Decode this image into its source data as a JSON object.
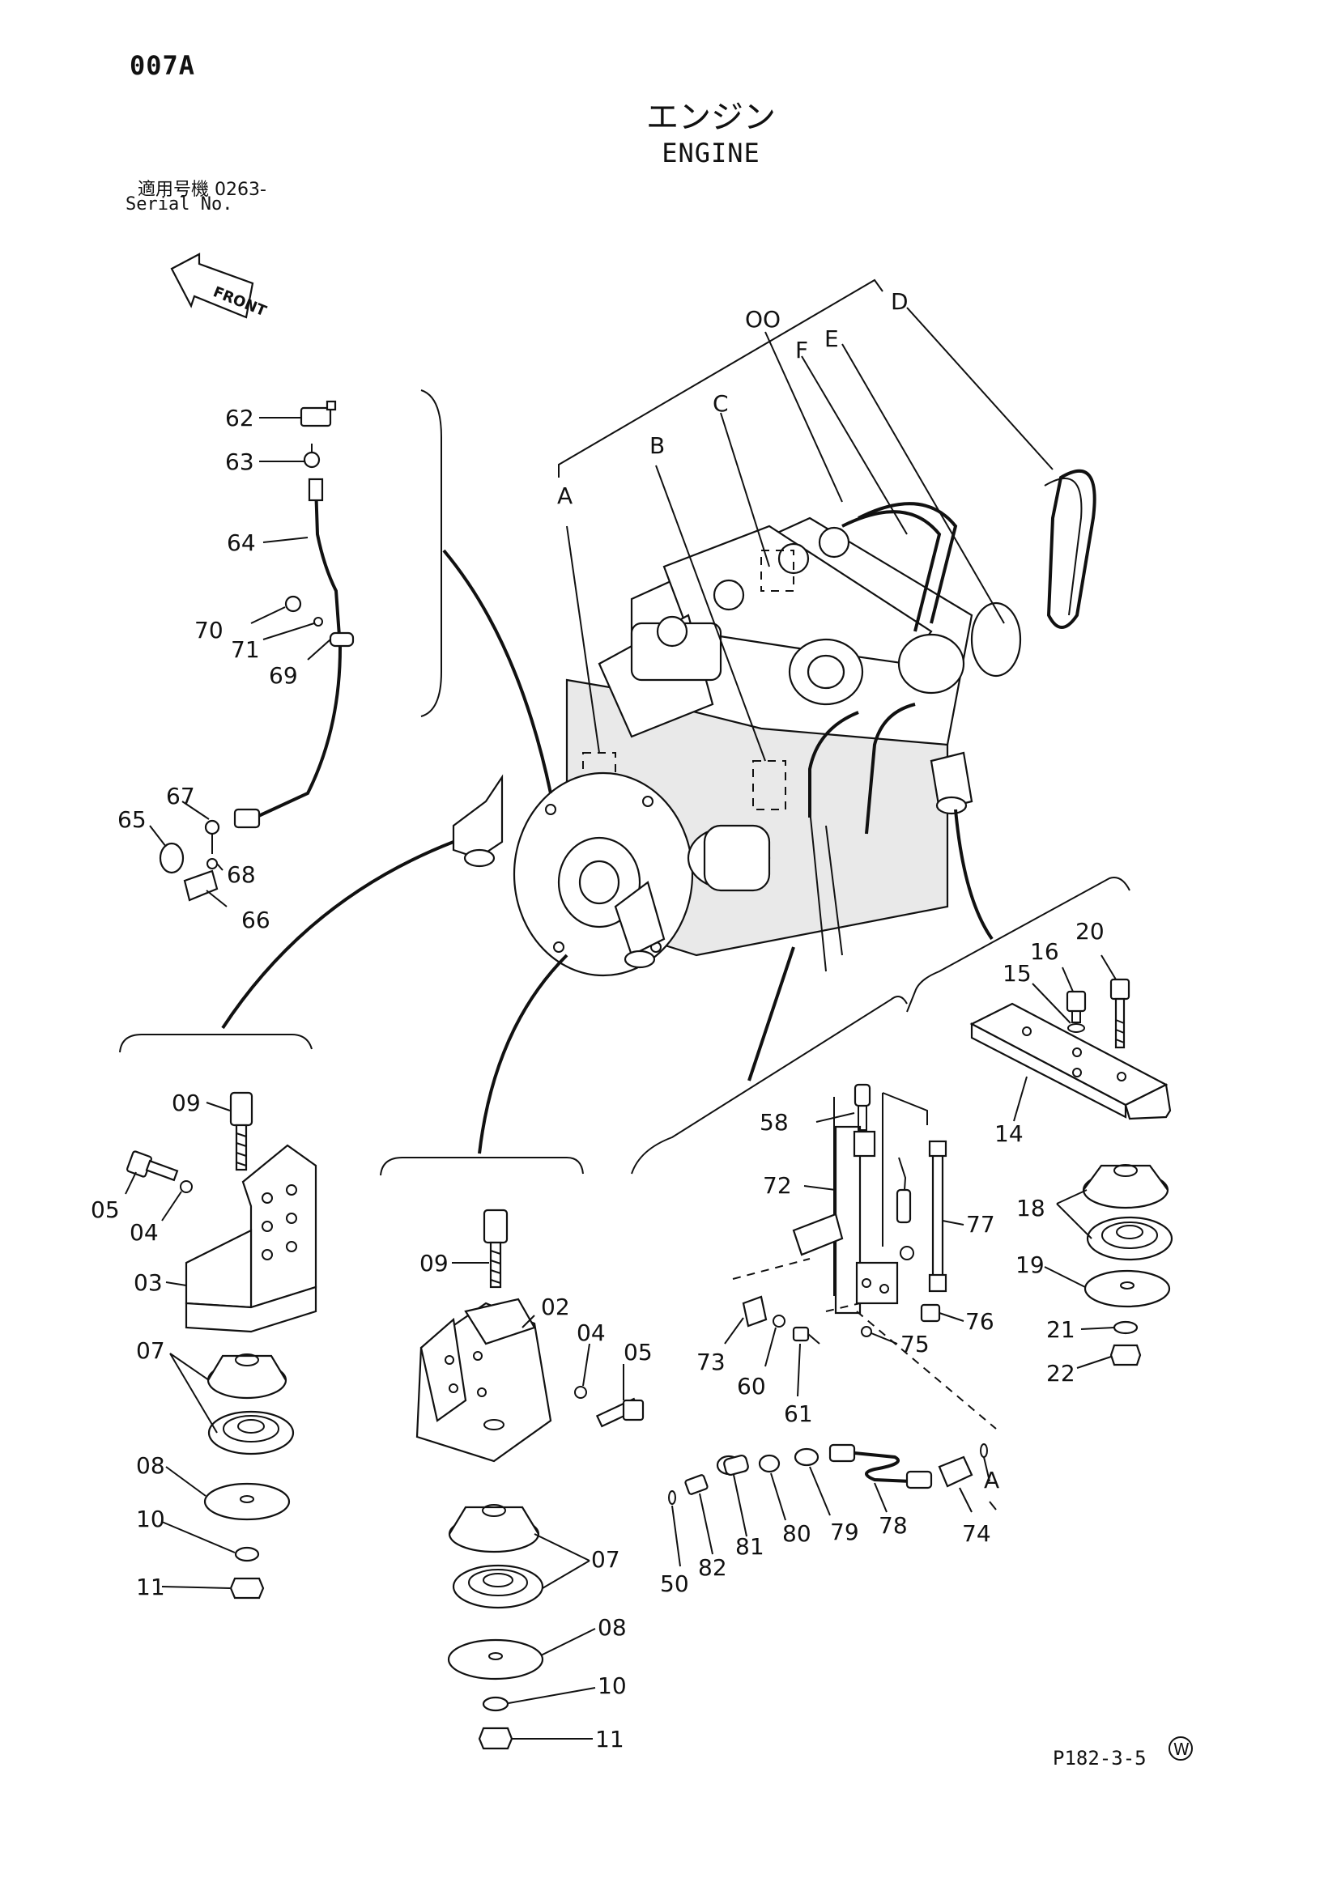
{
  "header": {
    "diagram_id": "007A",
    "title_jp": "エンジン",
    "title_en": "ENGINE",
    "serial_jp": "適用号機  0263-",
    "serial_en": "Serial No."
  },
  "front_arrow_label": "FRONT",
  "group_letters": [
    "A",
    "B",
    "C",
    "OO",
    "F",
    "E",
    "D"
  ],
  "callouts": {
    "c62": "62",
    "c63": "63",
    "c64": "64",
    "c70": "70",
    "c71": "71",
    "c69": "69",
    "c67": "67",
    "c65": "65",
    "c68": "68",
    "c66": "66",
    "c09a": "09",
    "c05a": "05",
    "c04a": "04",
    "c03": "03",
    "c07a": "07",
    "c08a": "08",
    "c10a": "10",
    "c11a": "11",
    "c09b": "09",
    "c02": "02",
    "c04b": "04",
    "c05b": "05",
    "c07b": "07",
    "c08b": "08",
    "c10b": "10",
    "c11b": "11",
    "c58": "58",
    "c72": "72",
    "c77": "77",
    "c76": "76",
    "c75": "75",
    "c73": "73",
    "c60": "60",
    "c61": "61",
    "c50": "50",
    "c82": "82",
    "c81": "81",
    "c80": "80",
    "c79": "79",
    "c78": "78",
    "c74": "74",
    "cA2": "A",
    "c16": "16",
    "c20": "20",
    "c15": "15",
    "c14": "14",
    "c18": "18",
    "c19": "19",
    "c21": "21",
    "c22": "22"
  },
  "page_code": "P182-3-5",
  "watermark_symbol": "W"
}
